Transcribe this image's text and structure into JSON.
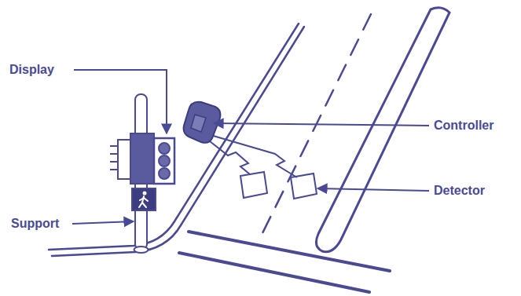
{
  "diagram": {
    "labels": [
      "Display",
      "Controller",
      "Detector",
      "Support"
    ]
  }
}
